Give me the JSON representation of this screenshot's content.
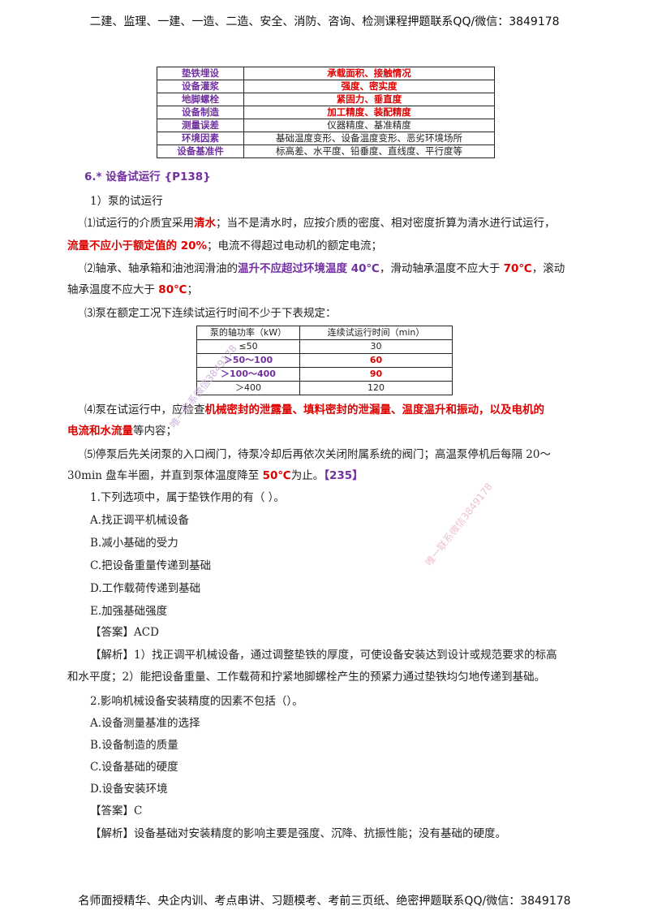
{
  "header": "二建、监理、一建、一造、二造、安全、消防、咨询、检测课程押题联系QQ/微信：3849178",
  "footer": "名师面授精华、央企内训、考点串讲、习题模考、考前三页纸、绝密押题联系QQ/微信：3849178",
  "table1": {
    "rows": [
      {
        "k": "垫铁埋设",
        "v": "承载面积、接触情况",
        "hl": true
      },
      {
        "k": "设备灌浆",
        "v": "强度、密实度",
        "hl": true
      },
      {
        "k": "地脚螺栓",
        "v": "紧固力、垂直度",
        "hl": true
      },
      {
        "k": "设备制造",
        "v": "加工精度、装配精度",
        "hl": true
      },
      {
        "k": "测量误差",
        "v": "仪器精度、基准精度",
        "hl": false
      },
      {
        "k": "环境因素",
        "v": "基础温度变形、设备温度变形、恶劣环境场所",
        "hl": false
      },
      {
        "k": "设备基准件",
        "v": "标高差、水平度、铅垂度、直线度、平行度等",
        "hl": false
      }
    ]
  },
  "section6": {
    "title": "6.* 设备试运行 ",
    "ref": "{P138}",
    "sub1": "1）泵的试运行",
    "p1_a": "⑴试运行的介质宜采用",
    "p1_b": "清水",
    "p1_c": "；当不是清水时，应按介质的密度、相对密度折算为清水进行试运行，",
    "p1_d": "流量不应小于额定值的 20%",
    "p1_e": "；电流不得超过电动机的额定电流；",
    "p2_a": "⑵轴承、轴承箱和油池润滑油的",
    "p2_b": "温升不应超过环境温度 40℃",
    "p2_c": "，滑动轴承温度不应大于 ",
    "p2_d": "70℃",
    "p2_e": "，滚动",
    "p2_f": "轴承温度不应大于 ",
    "p2_g": "80℃",
    "p2_h": "；",
    "p3": "⑶泵在额定工况下连续试运行时间不少于下表规定：",
    "p4_a": "⑷泵在试运行中，应检查",
    "p4_b": "机械密封的泄露量、填料密封的泄漏量、温度温升和振动，以及电机的",
    "p4_c": "电流和水流量",
    "p4_d": "等内容；",
    "p5_a": "⑸停泵后先关闭泵的入口阀门，待泵冷却后再依次关闭附属系统的阀门；高温泵停机后每隔 20～",
    "p5_b": "30min 盘车半圈，并直到泵体温度降至 ",
    "p5_c": "50℃",
    "p5_d": "为止。",
    "p5_e": "【235】"
  },
  "table2": {
    "headers": [
      "泵的轴功率（kW）",
      "连续试运行时间（min）"
    ],
    "rows": [
      {
        "a": "≤50",
        "b": "30",
        "hl": false
      },
      {
        "a": "＞50～100",
        "b": "60",
        "hl": true
      },
      {
        "a": "＞100～400",
        "b": "90",
        "hl": true
      },
      {
        "a": "＞400",
        "b": "120",
        "hl": false
      }
    ]
  },
  "q1": {
    "stem": "1.下列选项中，属于垫铁作用的有（   ）。",
    "A": "A.找正调平机械设备",
    "B": "B.减小基础的受力",
    "C": "C.把设备重量传递到基础",
    "D": "D.工作载荷传递到基础",
    "E": "E.加强基础强度",
    "answer": "【答案】ACD",
    "analysis1": "【解析】1）找正调平机械设备，通过调整垫铁的厚度，可使设备安装达到设计或规范要求的标高",
    "analysis2": "和水平度；2）能把设备重量、工作载荷和拧紧地脚螺栓产生的预紧力通过垫铁均匀地传递到基础。"
  },
  "q2": {
    "stem": "2.影响机械设备安装精度的因素不包括（）。",
    "A": "A.设备测量基准的选择",
    "B": "B.设备制造的质量",
    "C": "C.设备基础的硬度",
    "D": "D.设备安装环境",
    "answer": "【答案】C",
    "analysis": "【解析】设备基础对安装精度的影响主要是强度、沉降、抗振性能；没有基础的硬度。"
  },
  "watermark": {
    "text1": "唯一联系微信3849178",
    "text2": "唯一联系微信3849178"
  }
}
